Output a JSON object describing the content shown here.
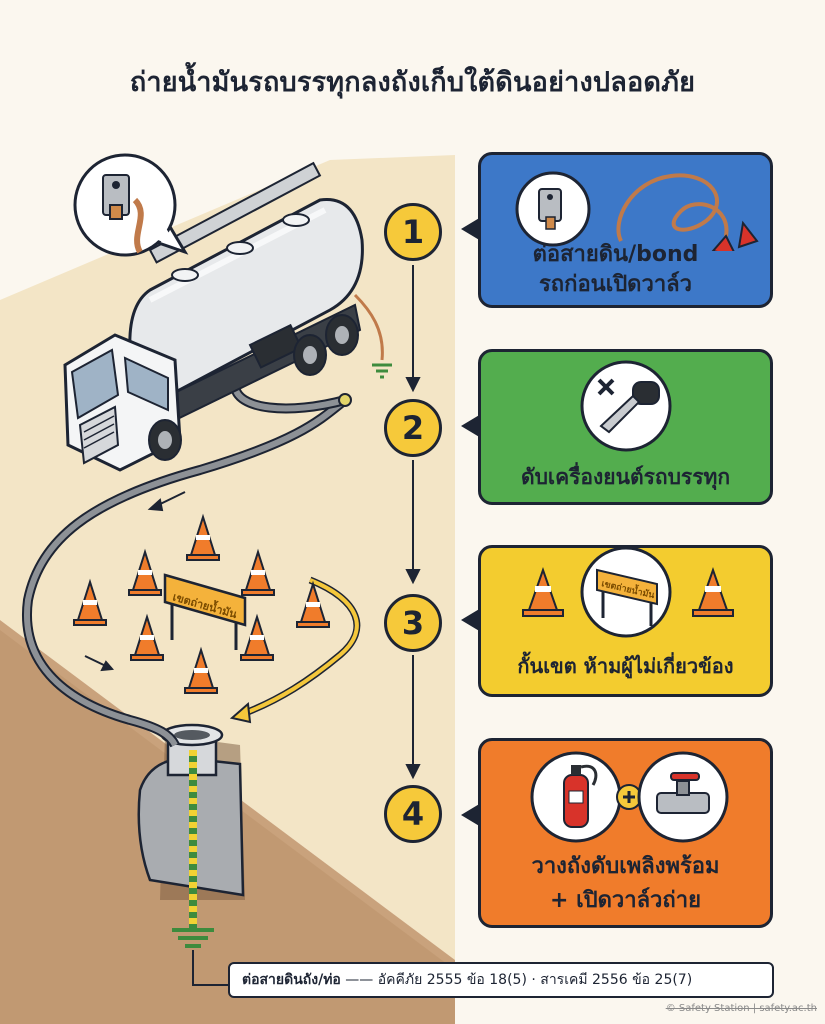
{
  "title": "ถ่ายน้ำมันรถบรรทุกลงถังเก็บใต้ดินอย่างปลอดภัย",
  "steps": [
    {
      "number": "1",
      "label_line1": "ต่อสายดิน/bond",
      "label_line2": "รถก่อนเปิดวาล์ว",
      "color": "#3d78c8"
    },
    {
      "number": "2",
      "label_line1": "ดับเครื่องยนต์รถบรรทุก",
      "label_line2": "",
      "color": "#53ad4e"
    },
    {
      "number": "3",
      "label_line1": "กั้นเขต ห้ามผู้ไม่เกี่ยวข้อง",
      "label_line2": "",
      "color": "#f3cc2f"
    },
    {
      "number": "4",
      "label_line1": "วางถังดับเพลิงพร้อม",
      "label_line2": "+ เปิดวาล์วถ่าย",
      "color": "#f07c2b"
    }
  ],
  "sign_text": "เขตถ่ายน้ำมัน",
  "footer": {
    "bold": "ต่อสายดินถัง/ท่อ",
    "rest": " —— อัคคีภัย 2555 ข้อ 18(5) · สารเคมี 2556 ข้อ 25(7)"
  },
  "credit": "© Safety Station | safety.ac.th",
  "colors": {
    "ink": "#1d2433",
    "ground": "#f2e3c4",
    "soil": "#c9a27c",
    "accent": "#f6c93a"
  },
  "icons": [
    "ground-clamp-icon",
    "cable-clamp-icon",
    "key-icon",
    "traffic-cone-icon",
    "barrier-sign-icon",
    "fire-extinguisher-icon",
    "valve-icon",
    "ground-symbol-icon"
  ]
}
